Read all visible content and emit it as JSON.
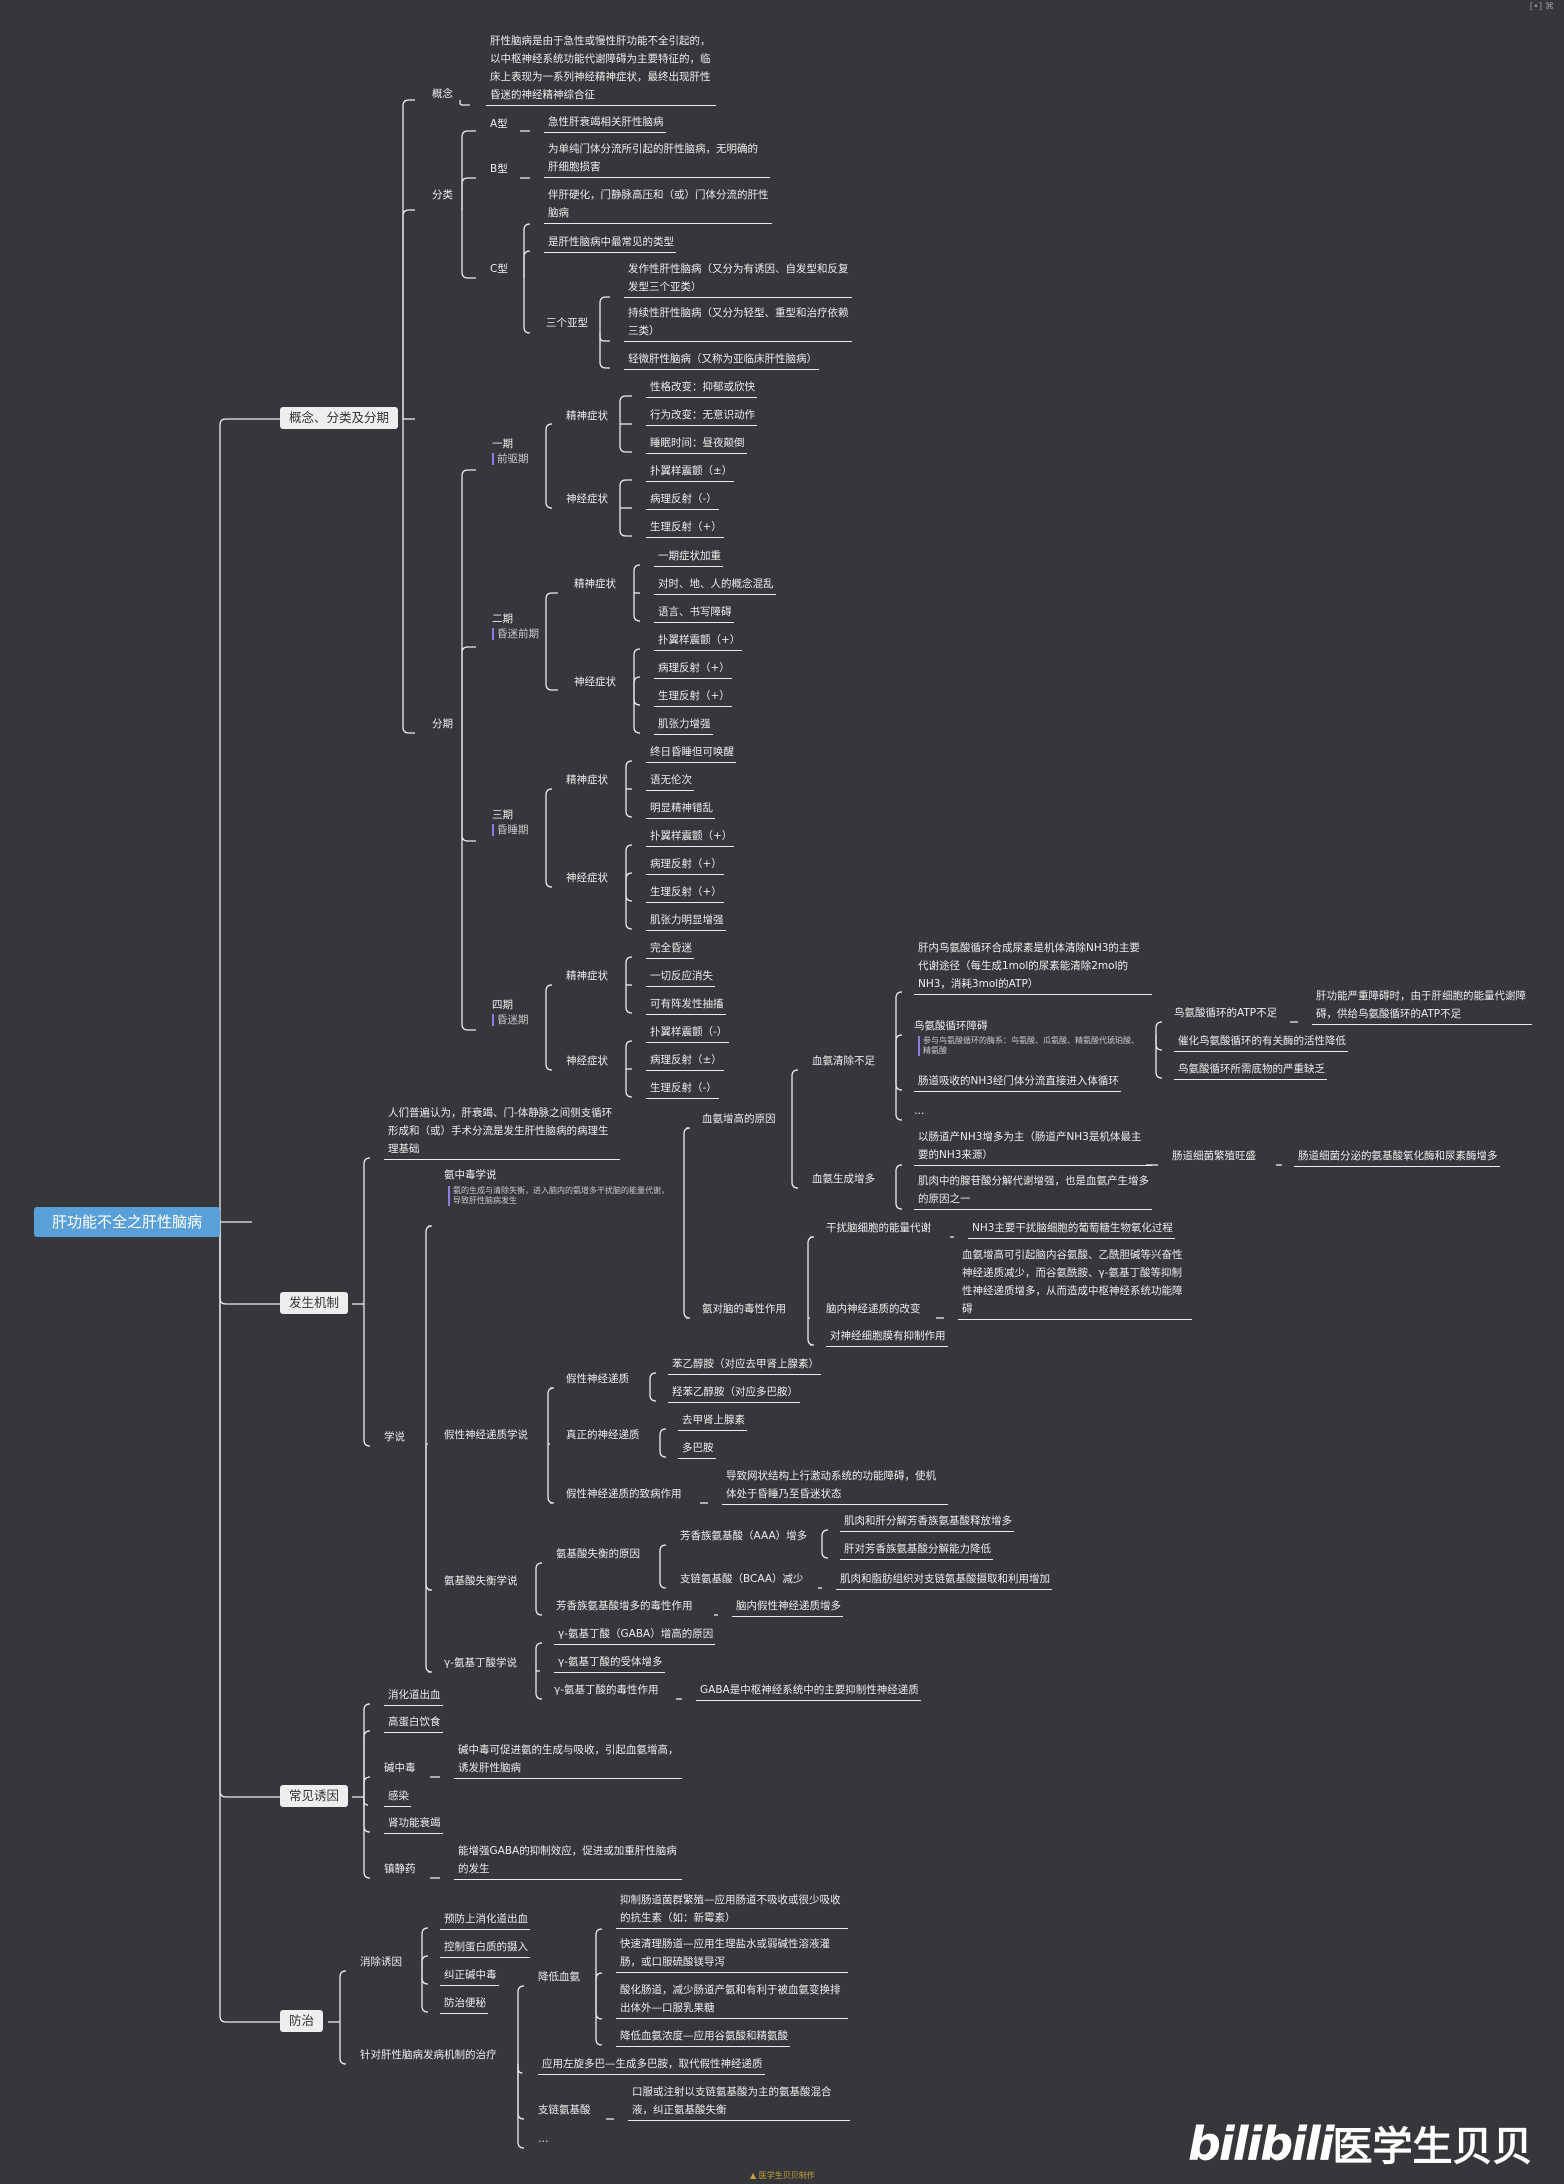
{
  "root": "肝功能不全之肝性脑病",
  "corner": "[•] ⌘",
  "footer": "▲ 医学生贝贝制作",
  "watermark": {
    "logo": "bilibili",
    "text": "医学生贝贝"
  },
  "s1": {
    "title": "概念、分类及分期",
    "concept": {
      "label": "概念",
      "text": "肝性脑病是由于急性或慢性肝功能不全引起的，以中枢神经系统功能代谢障碍为主要特征的，临床上表现为一系列神经精神症状，最终出现肝性昏迷的神经精神综合征"
    },
    "classify": {
      "label": "分类",
      "a": {
        "label": "A型",
        "text": "急性肝衰竭相关肝性脑病"
      },
      "b": {
        "label": "B型",
        "text": "为单纯门体分流所引起的肝性脑病，无明确的肝细胞损害"
      },
      "c": {
        "label": "C型",
        "i1": "伴肝硬化，门静脉高压和（或）门体分流的肝性脑病",
        "i2": "是肝性脑病中最常见的类型",
        "sub": {
          "label": "三个亚型",
          "i1": "发作性肝性脑病（又分为有诱因、自发型和反复发型三个亚类）",
          "i2": "持续性肝性脑病（又分为轻型、重型和治疗依赖三类）",
          "i3": "轻微肝性脑病（又称为亚临床肝性脑病）"
        }
      }
    },
    "stage": {
      "label": "分期",
      "s1": {
        "label": "一期",
        "note": "前驱期",
        "psych": "精神症状",
        "neuro": "神经症状",
        "p": [
          "性格改变：抑郁或欣快",
          "行为改变：无意识动作",
          "睡眠时间：昼夜颠倒"
        ],
        "n": [
          "扑翼样震颤（±）",
          "病理反射（-）",
          "生理反射（+）"
        ]
      },
      "s2": {
        "label": "二期",
        "note": "昏迷前期",
        "psych": "精神症状",
        "neuro": "神经症状",
        "p": [
          "一期症状加重",
          "对时、地、人的概念混乱",
          "语言、书写障碍"
        ],
        "n": [
          "扑翼样震颤（+）",
          "病理反射（+）",
          "生理反射（+）",
          "肌张力增强"
        ]
      },
      "s3": {
        "label": "三期",
        "note": "昏睡期",
        "psych": "精神症状",
        "neuro": "神经症状",
        "p": [
          "终日昏睡但可唤醒",
          "语无伦次",
          "明显精神错乱"
        ],
        "n": [
          "扑翼样震颤（+）",
          "病理反射（+）",
          "生理反射（+）",
          "肌张力明显增强"
        ]
      },
      "s4": {
        "label": "四期",
        "note": "昏迷期",
        "psych": "精神症状",
        "neuro": "神经症状",
        "p": [
          "完全昏迷",
          "一切反应消失",
          "可有阵发性抽搐"
        ],
        "n": [
          "扑翼样震颤（-）",
          "病理反射（±）",
          "生理反射（-）"
        ]
      }
    }
  },
  "s2": {
    "title": "发生机制",
    "intro": "人们普遍认为，肝衰竭、门-体静脉之间侧支循环形成和（或）手术分流是发生肝性脑病的病理生理基础",
    "theory": "学说",
    "ammonia": {
      "label": "氨中毒学说",
      "note": "氨的生成与清除失衡，进入脑内的氨增多干扰脑的能量代谢，导致肝性脑病发生",
      "cause": "血氨增高的原因",
      "clear": {
        "label": "血氨清除不足",
        "i1": "肝内鸟氨酸循环合成尿素是机体清除NH3的主要代谢途径（每生成1mol的尿素能清除2mol的NH3，消耗3mol的ATP）",
        "orn": "鸟氨酸循环障碍",
        "ornNote": "参与鸟氨酸循环的酶系：鸟氨酸、瓜氨酸、精氨酸代琥珀酸、精氨酸",
        "o1": "鸟氨酸循环的ATP不足",
        "o1b": "肝功能严重障碍时，由于肝细胞的能量代谢障碍，供给鸟氨酸循环的ATP不足",
        "o2": "催化鸟氨酸循环的有关酶的活性降低",
        "o3": "鸟氨酸循环所需底物的严重缺乏",
        "i3": "肠道吸收的NH3经门体分流直接进入体循环",
        "i4": "…"
      },
      "prod": {
        "label": "血氨生成增多",
        "i1": "以肠道产NH3增多为主（肠道产NH3是机体最主要的NH3来源）",
        "i1b": "肠道细菌繁殖旺盛",
        "i1c": "肠道细菌分泌的氨基酸氧化酶和尿素酶增多",
        "i2": "肌肉中的腺苷酸分解代谢增强，也是血氨产生增多的原因之一"
      },
      "tox": {
        "label": "氨对脑的毒性作用",
        "t1": "干扰脑细胞的能量代谢",
        "t1b": "NH3主要干扰脑细胞的葡萄糖生物氧化过程",
        "t2": "脑内神经递质的改变",
        "t2b": "血氨增高可引起脑内谷氨酸、乙酰胆碱等兴奋性神经递质减少，而谷氨酰胺、γ-氨基丁酸等抑制性神经递质增多，从而造成中枢神经系统功能障碍",
        "t3": "对神经细胞膜有抑制作用"
      }
    },
    "false": {
      "label": "假性神经递质学说",
      "f1": "假性神经递质",
      "f1a": "苯乙醇胺（对应去甲肾上腺素）",
      "f1b": "羟苯乙醇胺（对应多巴胺）",
      "f2": "真正的神经递质",
      "f2a": "去甲肾上腺素",
      "f2b": "多巴胺",
      "f3": "假性神经递质的致病作用",
      "f3b": "导致网状结构上行激动系统的功能障碍，使机体处于昏睡乃至昏迷状态"
    },
    "amino": {
      "label": "氨基酸失衡学说",
      "a1": "氨基酸失衡的原因",
      "a1a": "芳香族氨基酸（AAA）增多",
      "a1a1": "肌肉和肝分解芳香族氨基酸释放增多",
      "a1a2": "肝对芳香族氨基酸分解能力降低",
      "a1b": "支链氨基酸（BCAA）减少",
      "a1b1": "肌肉和脂肪组织对支链氨基酸摄取和利用增加",
      "a2": "芳香族氨基酸增多的毒性作用",
      "a2b": "脑内假性神经递质增多"
    },
    "gaba": {
      "label": "γ-氨基丁酸学说",
      "g1": "γ-氨基丁酸（GABA）增高的原因",
      "g2": "γ-氨基丁酸的受体增多",
      "g3": "γ-氨基丁酸的毒性作用",
      "g3b": "GABA是中枢神经系统中的主要抑制性神经递质"
    }
  },
  "s3": {
    "title": "常见诱因",
    "items": [
      "消化道出血",
      "高蛋白饮食",
      "碱中毒",
      "感染",
      "肾功能衰竭",
      "镇静药"
    ],
    "alk": "碱中毒可促进氨的生成与吸收，引起血氨增高，诱发肝性脑病",
    "sed": "能增强GABA的抑制效应，促进或加重肝性脑病的发生"
  },
  "s4": {
    "title": "防治",
    "elim": {
      "label": "消除诱因",
      "items": [
        "预防上消化道出血",
        "控制蛋白质的摄入",
        "纠正碱中毒",
        "防治便秘"
      ]
    },
    "target": {
      "label": "针对肝性脑病发病机制的治疗",
      "ammo": {
        "label": "降低血氨",
        "items": [
          "抑制肠道菌群繁殖—应用肠道不吸收或很少吸收的抗生素（如：新霉素）",
          "快速清理肠道—应用生理盐水或弱碱性溶液灌肠，或口服硫酸镁导泻",
          "酸化肠道，减少肠道产氨和有利于被血氨变换排出体外—口服乳果糖",
          "降低血氨浓度—应用谷氨酸和精氨酸"
        ]
      },
      "ldopa": "应用左旋多巴—生成多巴胺，取代假性神经递质",
      "bcaa": {
        "label": "支链氨基酸",
        "text": "口服或注射以支链氨基酸为主的氨基酸混合液，纠正氨基酸失衡"
      },
      "more": "…"
    }
  }
}
